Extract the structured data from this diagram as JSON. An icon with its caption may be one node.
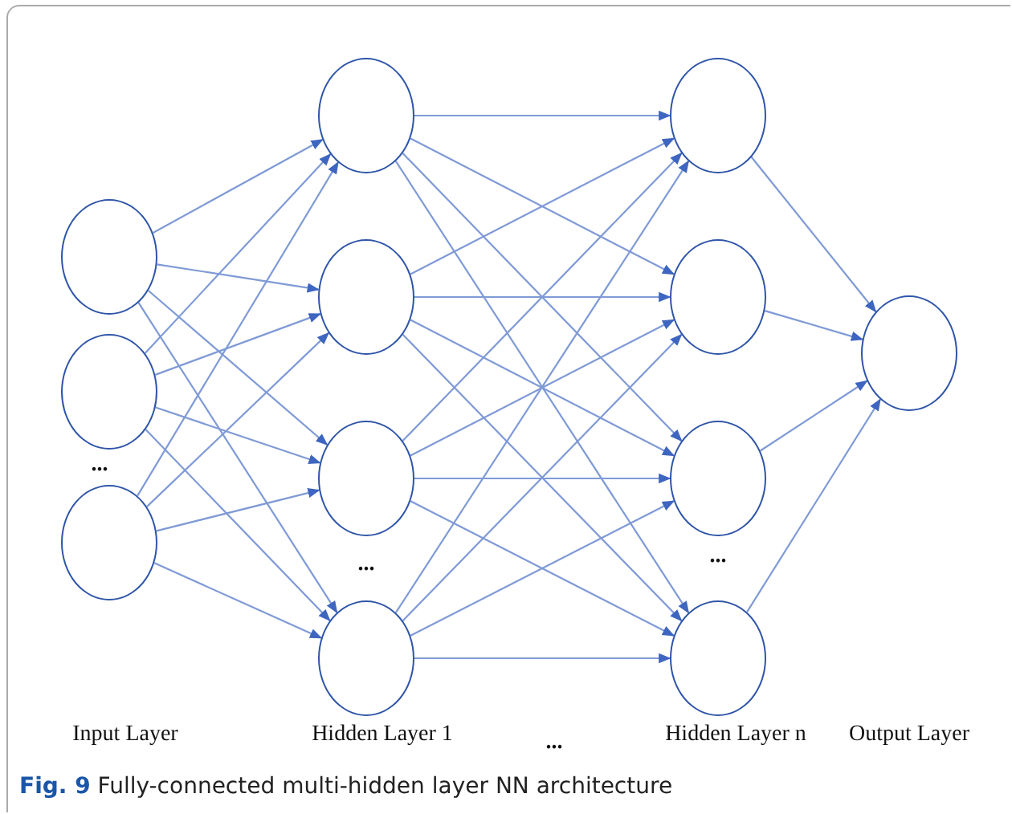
{
  "diagram": {
    "caption": "**Fig. 9** Fully-connected multi-hidden layer NN architecture",
    "nodes": [
      {
        "text": [],
        "shape": "circle"
      },
      {
        "text": [],
        "shape": "circle"
      },
      {
        "text": [],
        "shape": "circle"
      },
      {
        "text": [],
        "shape": "circle"
      },
      {
        "text": [],
        "shape": "circle"
      },
      {
        "text": [],
        "shape": "circle"
      },
      {
        "text": [],
        "shape": "circle"
      },
      {
        "text": [],
        "shape": "circle"
      },
      {
        "text": [],
        "shape": "circle"
      },
      {
        "text": [],
        "shape": "circle"
      },
      {
        "text": [],
        "shape": "circle"
      },
      {
        "text": [],
        "shape": "circle"
      }
    ],
    "edges": [
      {
        "from": 0,
        "to": 3,
        "arrow": "to"
      },
      {
        "from": 0,
        "to": 4,
        "arrow": "to"
      },
      {
        "from": 0,
        "to": 5,
        "arrow": "to"
      },
      {
        "from": 0,
        "to": 6,
        "arrow": "to"
      },
      {
        "from": 1,
        "to": 3,
        "arrow": "to"
      },
      {
        "from": 1,
        "to": 4,
        "arrow": "to"
      },
      {
        "from": 1,
        "to": 5,
        "arrow": "to"
      },
      {
        "from": 1,
        "to": 6,
        "arrow": "to"
      },
      {
        "from": 2,
        "to": 3,
        "arrow": "to"
      },
      {
        "from": 2,
        "to": 4,
        "arrow": "to"
      },
      {
        "from": 2,
        "to": 5,
        "arrow": "to"
      },
      {
        "from": 2,
        "to": 6,
        "arrow": "to"
      },
      {
        "from": 3,
        "to": 7,
        "arrow": "to"
      },
      {
        "from": 3,
        "to": 8,
        "arrow": "to"
      },
      {
        "from": 3,
        "to": 9,
        "arrow": "to"
      },
      {
        "from": 3,
        "to": 10,
        "arrow": "to"
      },
      {
        "from": 4,
        "to": 7,
        "arrow": "to"
      },
      {
        "from": 4,
        "to": 8,
        "arrow": "to"
      },
      {
        "from": 4,
        "to": 9,
        "arrow": "to"
      },
      {
        "from": 4,
        "to": 10,
        "arrow": "to"
      },
      {
        "from": 5,
        "to": 7,
        "arrow": "to"
      },
      {
        "from": 5,
        "to": 8,
        "arrow": "to"
      },
      {
        "from": 5,
        "to": 9,
        "arrow": "to"
      },
      {
        "from": 5,
        "to": 10,
        "arrow": "to"
      },
      {
        "from": 6,
        "to": 7,
        "arrow": "to"
      },
      {
        "from": 6,
        "to": 8,
        "arrow": "to"
      },
      {
        "from": 6,
        "to": 9,
        "arrow": "to"
      },
      {
        "from": 6,
        "to": 10,
        "arrow": "to"
      },
      {
        "from": 7,
        "to": 11,
        "arrow": "to"
      },
      {
        "from": 8,
        "to": 11,
        "arrow": "to"
      },
      {
        "from": 9,
        "to": 11,
        "arrow": "to"
      },
      {
        "from": 10,
        "to": 11,
        "arrow": "to"
      }
    ],
    "labels": [
      "...",
      "...",
      "...",
      "Input Layer",
      "Hidden Layer 1",
      "...",
      "Hidden Layer n",
      "Output Layer"
    ]
  }
}
